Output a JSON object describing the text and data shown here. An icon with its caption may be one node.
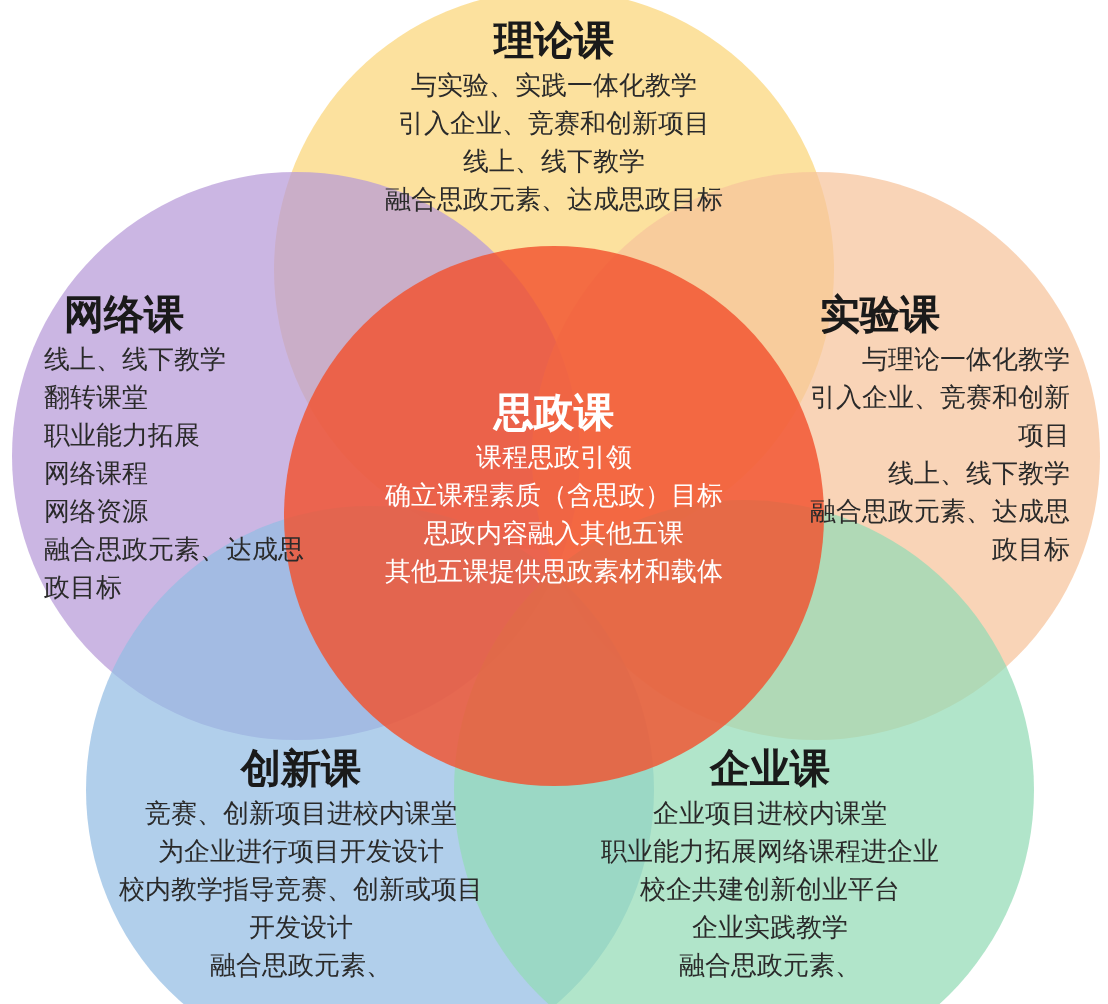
{
  "diagram": {
    "nodes": [
      {
        "text": [
          "理论课",
          "与实验、实践一体化教学",
          "引入企业、竞赛和创新项目",
          "线上、线下教学",
          "融合思政元素、达成思政目标"
        ]
      },
      {
        "text": [
          "网络课",
          "线上、线下教学",
          "翻转课堂",
          "职业能力拓展",
          "网络课程",
          "网络资源",
          "融合思政元素、达成思政目标"
        ]
      },
      {
        "text": [
          "实验课",
          "与理论一体化教学",
          "引入企业、竞赛和创新项目",
          "线上、线下教学",
          "融合思政元素、达成思政目标"
        ]
      },
      {
        "text": [
          "思政课",
          "课程思政引领",
          "确立课程素质（含思政）目标",
          "思政内容融入其他五课",
          "其他五课提供思政素材和载体"
        ]
      },
      {
        "text": [
          "创新课",
          "竞赛、创新项目进校内课堂",
          "为企业进行项目开发设计",
          "校内教学指导竞赛、创新或项目开发设计",
          "融合思政元素、"
        ]
      },
      {
        "text": [
          "企业课",
          "企业项目进校内课堂",
          "职业能力拓展网络课程进企业",
          "校企共建创新创业平台",
          "企业实践教学",
          "融合思政元素、"
        ]
      }
    ],
    "edges": []
  }
}
